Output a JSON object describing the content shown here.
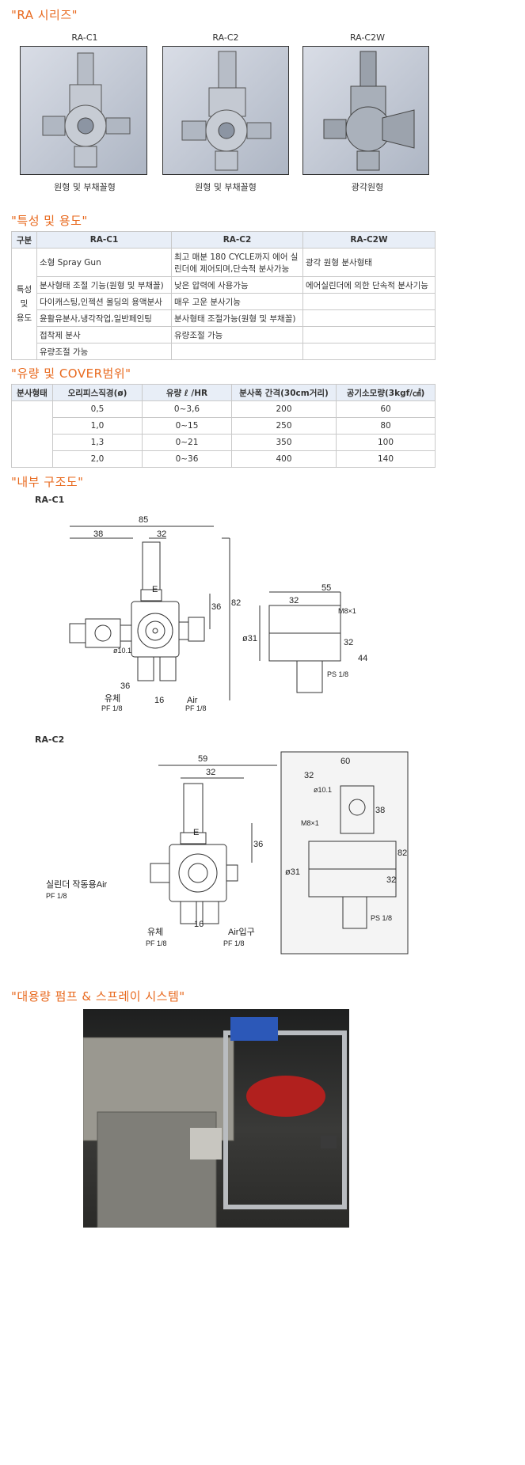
{
  "sections": {
    "series_title": "\"RA 시리즈\"",
    "features_title": "\"특성 및 용도\"",
    "flow_title": "\"유량 및 COVER범위\"",
    "structure_title": "\"내부 구조도\"",
    "pump_title": "\"대용량 펌프 & 스프레이 시스템\""
  },
  "products": [
    {
      "model": "RA-C1",
      "caption": "원형 및 부채꼴형"
    },
    {
      "model": "RA-C2",
      "caption": "원형 및 부채꼴형"
    },
    {
      "model": "RA-C2W",
      "caption": "광각원형"
    }
  ],
  "features_table": {
    "headers": [
      "구분",
      "RA-C1",
      "RA-C2",
      "RA-C2W"
    ],
    "row_label_lines": [
      "특성",
      "및",
      "용도"
    ],
    "rows": [
      [
        "소형 Spray Gun",
        "최고 매분 180 CYCLE까지 에어 실린더에 제어되며,단속적 분사가능",
        "광각 원형 분사형태"
      ],
      [
        "분사형태 조절 기능(원형 및 부채꼴)",
        "낮은 압력에 사용가능",
        "에어실린더에 의한 단속적 분사기능"
      ],
      [
        "다이캐스팅,인젝션 몰딩의 용액분사",
        "매우 고운 분사기능",
        ""
      ],
      [
        "윤활유분사,냉각작업,일반페인팅",
        "분사형태 조절가능(원형 및 부채꼴)",
        ""
      ],
      [
        "접착제 분사",
        "유량조절 가능",
        ""
      ],
      [
        "유량조절 가능",
        "",
        ""
      ]
    ]
  },
  "flow_table": {
    "headers": [
      "분사형태",
      "오리피스직경(ø)",
      "유량 ℓ /HR",
      "분사폭 간격(30cm거리)",
      "공기소모량(3kgf/㎠)"
    ],
    "rows": [
      [
        "0,5",
        "0~3,6",
        "200",
        "60"
      ],
      [
        "1,0",
        "0~15",
        "250",
        "80"
      ],
      [
        "1,3",
        "0~21",
        "350",
        "100"
      ],
      [
        "2,0",
        "0~36",
        "400",
        "140"
      ]
    ]
  },
  "drawings": {
    "c1": {
      "label": "RA-C1",
      "dims": [
        "85",
        "38",
        "32",
        "36",
        "82",
        "ø10.1",
        "E",
        "36",
        "16",
        "유체",
        "PF 1/8",
        "Air",
        "PF 1/8",
        "55",
        "32",
        "M8×1",
        "32",
        "44",
        "ø31",
        "PS 1/8"
      ]
    },
    "c2": {
      "label": "RA-C2",
      "dims": [
        "59",
        "32",
        "E",
        "36",
        "실린더 작동용Air",
        "PF 1/8",
        "유체",
        "PF 1/8",
        "16",
        "Air입구",
        "PF 1/8",
        "60",
        "32",
        "ø10.1",
        "M8×1",
        "38",
        "82",
        "ø31",
        "32",
        "PS 1/8"
      ]
    }
  },
  "colors": {
    "accent": "#e8691e",
    "table_header": "#e8eef7",
    "border": "#c9c9c9"
  }
}
